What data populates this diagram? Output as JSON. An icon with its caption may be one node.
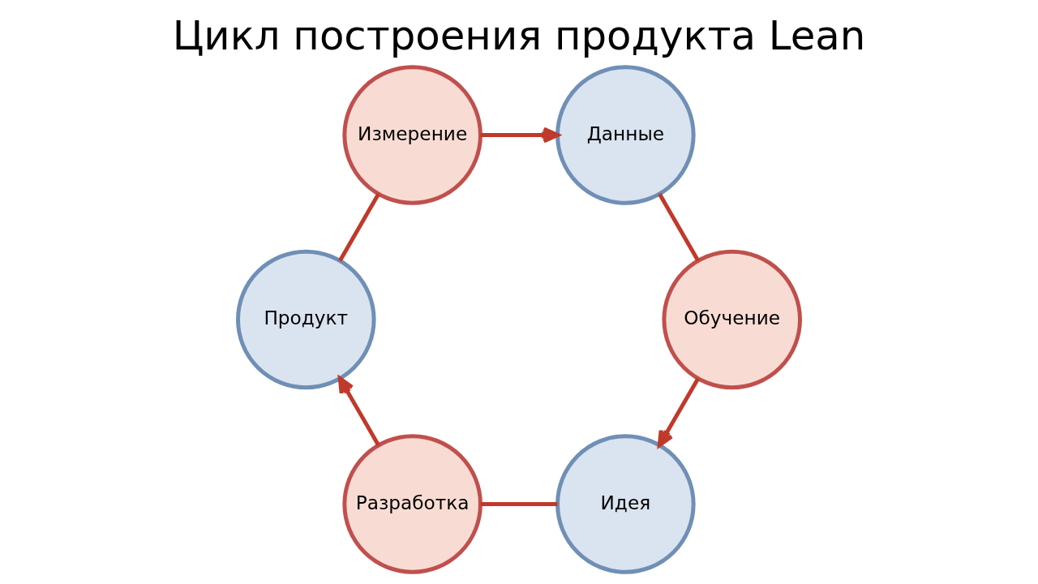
{
  "diagram": {
    "title": "Цикл построения продукта Lean",
    "nodes": [
      {
        "text": [
          "Идея"
        ]
      },
      {
        "text": [
          "Обучение"
        ]
      },
      {
        "text": [
          "Разработка"
        ]
      },
      {
        "text": [
          "Данные"
        ]
      },
      {
        "text": [
          "Продукт"
        ]
      },
      {
        "text": [
          "Измерение"
        ]
      }
    ],
    "edges": [
      {
        "from": 0,
        "to": 2,
        "arrow": "none"
      },
      {
        "from": 2,
        "to": 4,
        "arrow": "to"
      },
      {
        "from": 4,
        "to": 5,
        "arrow": "none"
      },
      {
        "from": 5,
        "to": 3,
        "arrow": "to"
      },
      {
        "from": 3,
        "to": 1,
        "arrow": "none"
      },
      {
        "from": 1,
        "to": 0,
        "arrow": "to"
      }
    ]
  }
}
